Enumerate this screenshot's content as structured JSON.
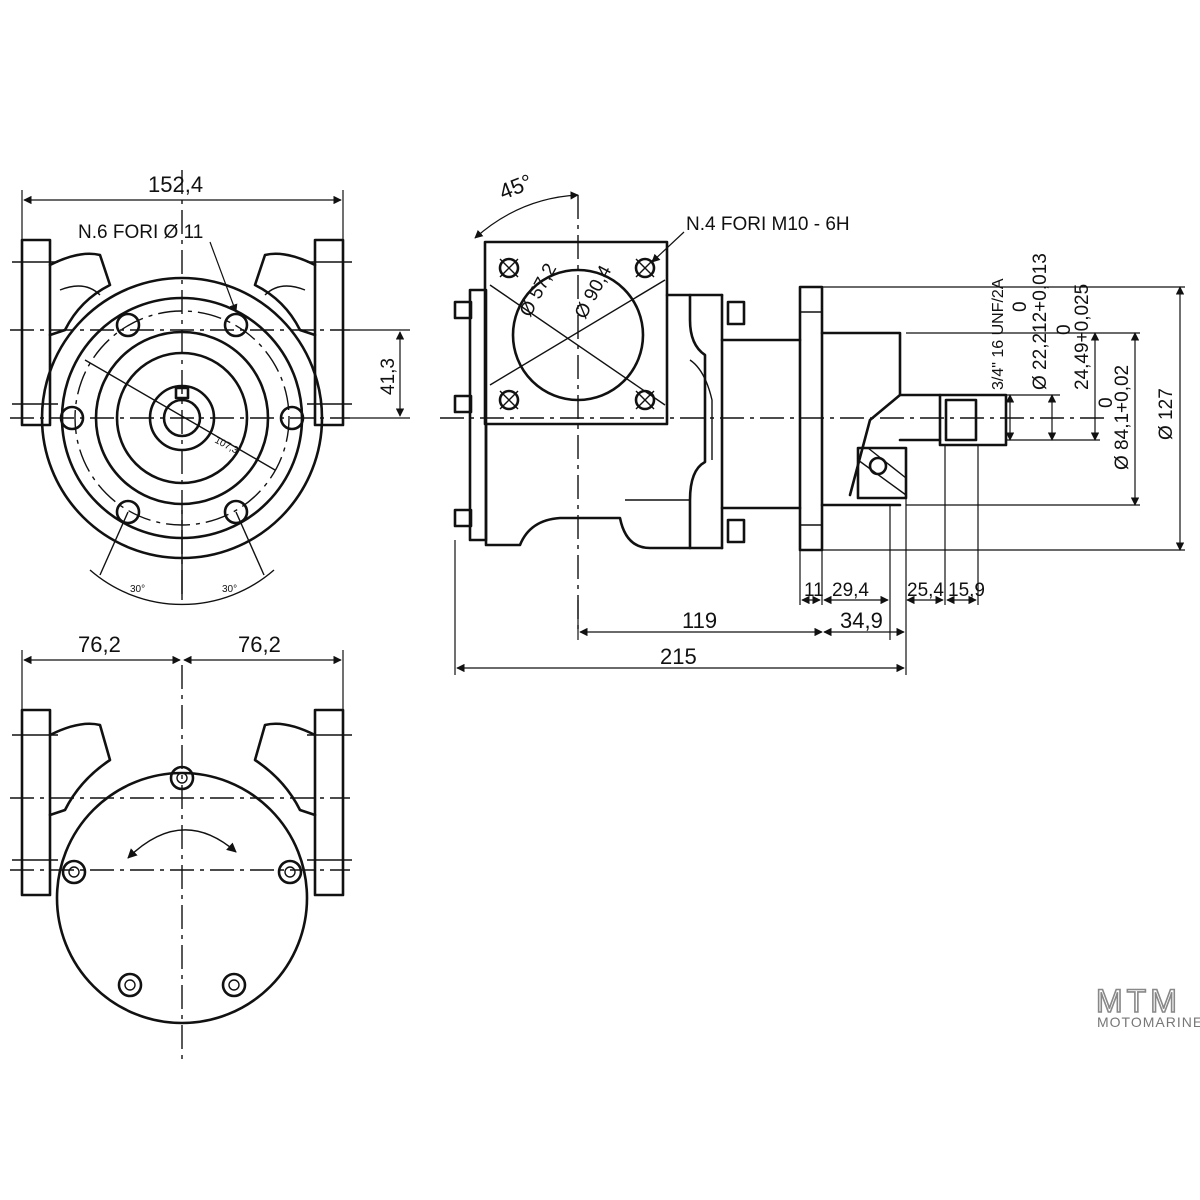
{
  "views": {
    "front": {
      "width_label": "152,4",
      "holes_label": "N.6 FORI Ø 11",
      "offset_label": "41,3",
      "bolt_circle_label": "107,3",
      "angle_left_label": "30°",
      "angle_right_label": "30°"
    },
    "rear": {
      "half_width_left_label": "76,2",
      "half_width_right_label": "76,2"
    },
    "side": {
      "flange_angle_label": "45°",
      "threaded_holes_label": "N.4 FORI M10 - 6H",
      "inner_diameter_label": "Ø 57,2",
      "outer_diameter_label": "Ø 90,4",
      "thread_label": "3/4\" 16 UNF/2A",
      "shaft_diameter_label": "Ø 22,212+0,013",
      "shaft_diameter_tol": "0",
      "key_dim_label": "24,49+0,025",
      "key_dim_tol": "0",
      "pilot_diameter_label": "Ø 84,1+0,02",
      "pilot_diameter_tol": "0",
      "flange_diameter_label": "Ø 127",
      "dim_11": "11",
      "dim_29_4": "29,4",
      "dim_25_4": "25,4",
      "dim_15_9": "15,9",
      "dim_119": "119",
      "dim_34_9": "34,9",
      "dim_215": "215"
    }
  },
  "logo": {
    "letters": "MTM",
    "subtitle": "MOTOMARINE"
  }
}
